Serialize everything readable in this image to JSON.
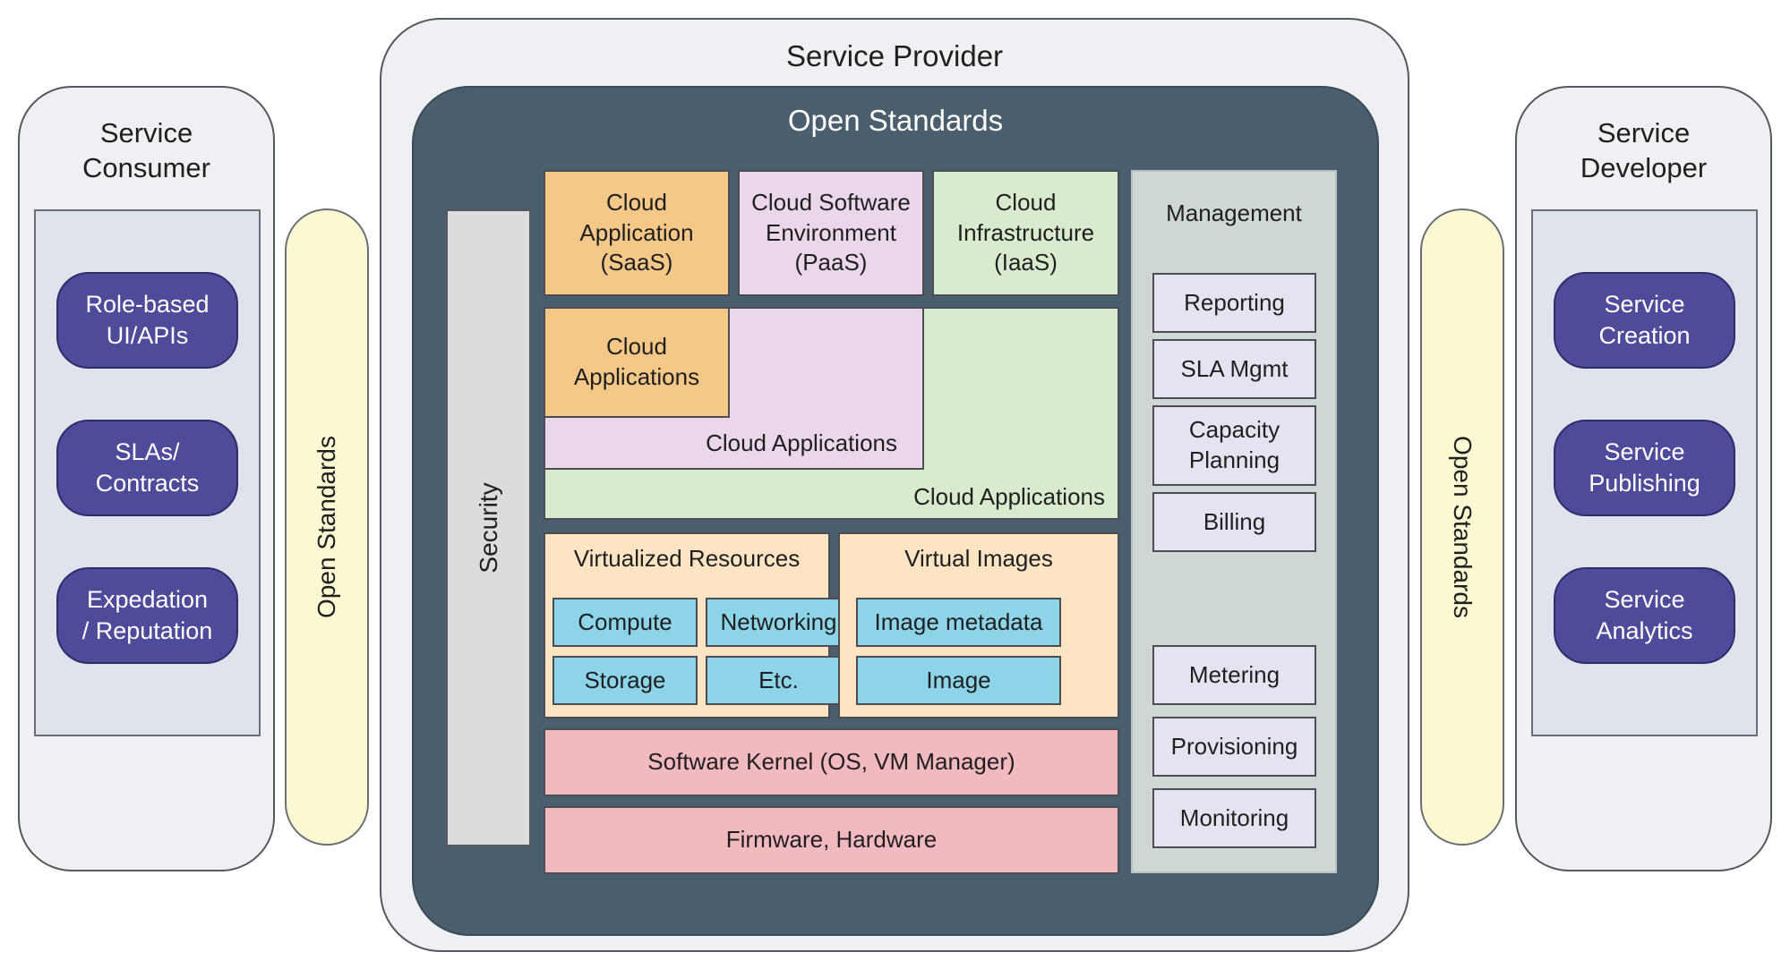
{
  "consumer": {
    "title": "Service\nConsumer",
    "items": [
      "Role-based\nUI/APIs",
      "SLAs/\nContracts",
      "Expedation\n/ Reputation"
    ]
  },
  "left_open_standards": "Open Standards",
  "provider": {
    "title": "Service Provider",
    "open_standards": "Open Standards",
    "security": "Security",
    "top_row": [
      "Cloud\nApplication\n(SaaS)",
      "Cloud Software\nEnvironment\n(PaaS)",
      "Cloud\nInfrastructure\n(IaaS)"
    ],
    "nested": {
      "inner": "Cloud\nApplications",
      "middle": "Cloud Applications",
      "outer": "Cloud Applications"
    },
    "virtualized": {
      "title": "Virtualized Resources",
      "items": [
        "Compute",
        "Networking",
        "Storage",
        "Etc."
      ]
    },
    "virtual_images": {
      "title": "Virtual Images",
      "items": [
        "Image metadata",
        "Image"
      ]
    },
    "kernel": "Software Kernel (OS, VM Manager)",
    "hardware": "Firmware, Hardware",
    "management": {
      "title": "Management",
      "items": [
        "Reporting",
        "SLA Mgmt",
        "Capacity\nPlanning",
        "Billing",
        "Metering",
        "Provisioning",
        "Monitoring"
      ]
    }
  },
  "right_open_standards": "Open Standards",
  "developer": {
    "title": "Service\nDeveloper",
    "items": [
      "Service\nCreation",
      "Service\nPublishing",
      "Service\nAnalytics"
    ]
  }
}
